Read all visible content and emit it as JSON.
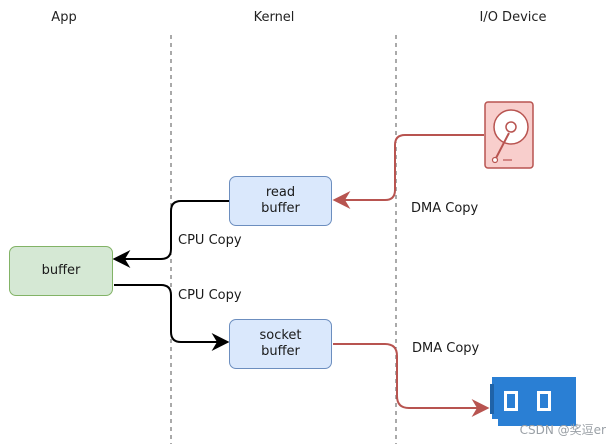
{
  "lanes": {
    "app": "App",
    "kernel": "Kernel",
    "device": "I/O Device"
  },
  "nodes": {
    "read_buffer": {
      "line1": "read",
      "line2": "buffer"
    },
    "socket_buffer": {
      "line1": "socket",
      "line2": "buffer"
    },
    "app_buffer": {
      "label": "buffer"
    }
  },
  "edges": {
    "dma_in": "DMA Copy",
    "cpu_in": "CPU Copy",
    "cpu_out": "CPU Copy",
    "dma_out": "DMA Copy"
  },
  "icons": {
    "disk": "hard-disk-icon",
    "nic": "network-card-icon"
  },
  "colors": {
    "dma_arrow": "#b85450",
    "cpu_arrow": "#000000",
    "kernel_box_fill": "#dae8fc",
    "kernel_box_border": "#6c8ebf",
    "app_box_fill": "#d5e8d4",
    "app_box_border": "#82b366",
    "disk_fill": "#f8cecc",
    "nic_fill": "#2a7fd4"
  },
  "watermark": "CSDN @奖逗er"
}
